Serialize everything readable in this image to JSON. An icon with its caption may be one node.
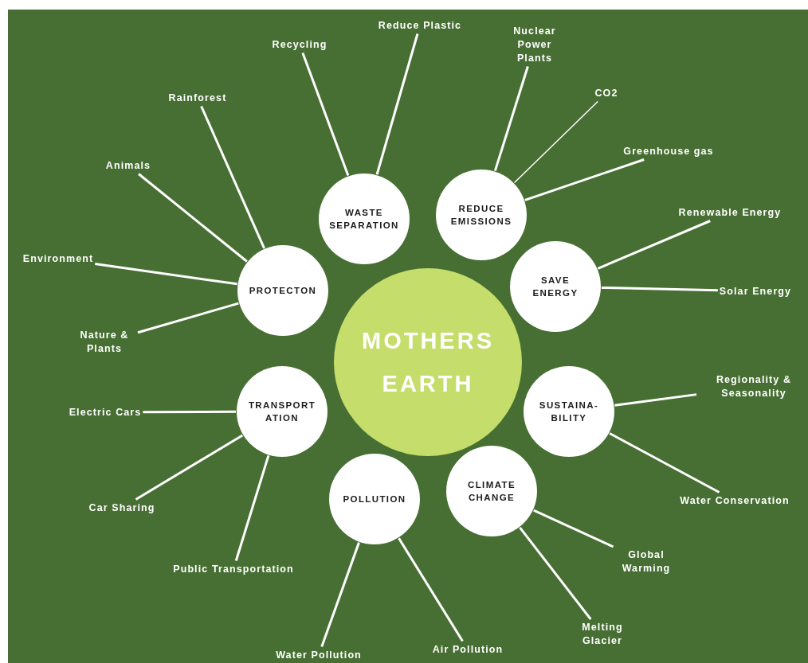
{
  "diagram": {
    "nodes": [
      {
        "text": [
          "MOTHERS EARTH"
        ]
      },
      {
        "text": [
          "PROTECTON"
        ]
      },
      {
        "text": [
          "WASTE SEPARATION"
        ]
      },
      {
        "text": [
          "REDUCE EMISSIONS"
        ]
      },
      {
        "text": [
          "SAVE ENERGY"
        ]
      },
      {
        "text": [
          "SUSTAINA- BILITY"
        ]
      },
      {
        "text": [
          "CLIMATE CHANGE"
        ]
      },
      {
        "text": [
          "POLLUTION"
        ]
      },
      {
        "text": [
          "TRANSPORT ATION"
        ]
      },
      {
        "text": [
          "Rainforest"
        ]
      },
      {
        "text": [
          "Animals"
        ]
      },
      {
        "text": [
          "Environment"
        ]
      },
      {
        "text": [
          "Nature & Plants"
        ]
      },
      {
        "text": [
          "Recycling"
        ]
      },
      {
        "text": [
          "Reduce Plastic"
        ]
      },
      {
        "text": [
          "Nuclear Power Plants"
        ]
      },
      {
        "text": [
          "CO2"
        ]
      },
      {
        "text": [
          "Greenhouse gas"
        ]
      },
      {
        "text": [
          "Renewable Energy"
        ]
      },
      {
        "text": [
          "Solar Energy"
        ]
      },
      {
        "text": [
          "Regionality & Seasonality"
        ]
      },
      {
        "text": [
          "Water Conservation"
        ]
      },
      {
        "text": [
          "Global Warming"
        ]
      },
      {
        "text": [
          "Melting Glacier"
        ]
      },
      {
        "text": [
          "Water Pollution"
        ]
      },
      {
        "text": [
          "Air Pollution"
        ]
      },
      {
        "text": [
          "Public Transportation"
        ]
      },
      {
        "text": [
          "Car Sharing"
        ]
      },
      {
        "text": [
          "Electric Cars"
        ]
      }
    ],
    "edges": [
      {
        "from": 1,
        "to": 9,
        "arrow": "none"
      },
      {
        "from": 1,
        "to": 10,
        "arrow": "none"
      },
      {
        "from": 1,
        "to": 11,
        "arrow": "none"
      },
      {
        "from": 1,
        "to": 12,
        "arrow": "none"
      },
      {
        "from": 2,
        "to": 13,
        "arrow": "none"
      },
      {
        "from": 2,
        "to": 14,
        "arrow": "none"
      },
      {
        "from": 3,
        "to": 15,
        "arrow": "none"
      },
      {
        "from": 3,
        "to": 16,
        "arrow": "none"
      },
      {
        "from": 3,
        "to": 17,
        "arrow": "none"
      },
      {
        "from": 4,
        "to": 18,
        "arrow": "none"
      },
      {
        "from": 4,
        "to": 19,
        "arrow": "none"
      },
      {
        "from": 5,
        "to": 20,
        "arrow": "none"
      },
      {
        "from": 5,
        "to": 21,
        "arrow": "none"
      },
      {
        "from": 6,
        "to": 22,
        "arrow": "none"
      },
      {
        "from": 6,
        "to": 23,
        "arrow": "none"
      },
      {
        "from": 7,
        "to": 24,
        "arrow": "none"
      },
      {
        "from": 7,
        "to": 25,
        "arrow": "none"
      },
      {
        "from": 8,
        "to": 26,
        "arrow": "none"
      },
      {
        "from": 8,
        "to": 27,
        "arrow": "none"
      },
      {
        "from": 8,
        "to": 28,
        "arrow": "none"
      }
    ]
  }
}
